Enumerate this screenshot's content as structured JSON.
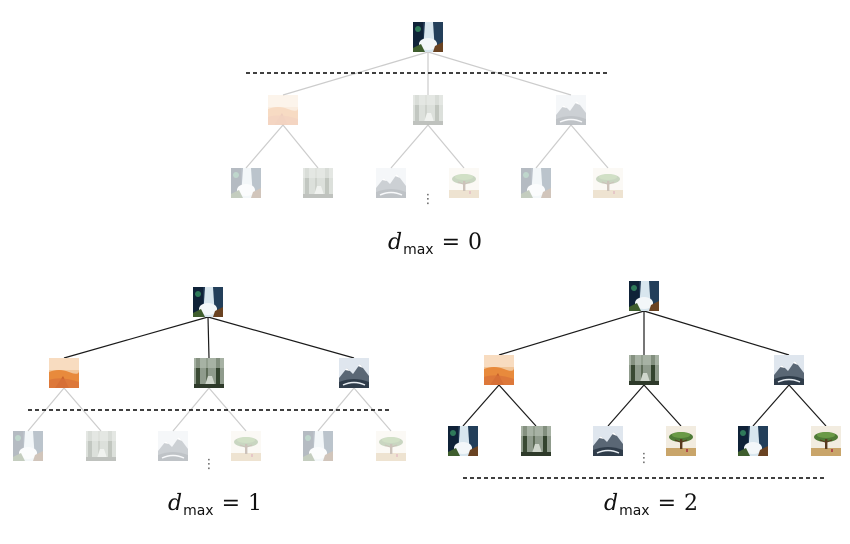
{
  "panels": [
    {
      "key": "d0",
      "caption": {
        "var": "d",
        "sub": "max",
        "eq": "=",
        "value": "0"
      },
      "d_max": 0
    },
    {
      "key": "d1",
      "caption": {
        "var": "d",
        "sub": "max",
        "eq": "=",
        "value": "1"
      },
      "d_max": 1
    },
    {
      "key": "d2",
      "caption": {
        "var": "d",
        "sub": "max",
        "eq": "=",
        "value": "2"
      },
      "d_max": 2
    }
  ],
  "ellipsis": "⋮",
  "thumbnails": {
    "root": "waterfall",
    "level1": [
      "desert",
      "forest",
      "mountains"
    ],
    "level2": [
      "waterfall",
      "forest",
      "mountains",
      "tree",
      "waterfall",
      "tree"
    ]
  },
  "colors": {
    "edge_active": "#1a1a1a",
    "edge_faded": "#cccccc",
    "cutoff_line": "#000000"
  }
}
